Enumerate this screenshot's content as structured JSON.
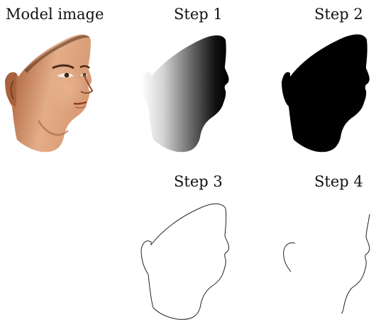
{
  "panels": {
    "model": {
      "label": "Model image"
    },
    "step1": {
      "label": "Step 1"
    },
    "step2": {
      "label": "Step 2"
    },
    "step3": {
      "label": "Step 3"
    },
    "step4": {
      "label": "Step 4"
    }
  },
  "colors": {
    "skin_light": "#e3ad88",
    "skin_mid": "#c98a62",
    "skin_dark": "#8a4e2e",
    "silhouette": "#000000",
    "contour": "#222222"
  }
}
